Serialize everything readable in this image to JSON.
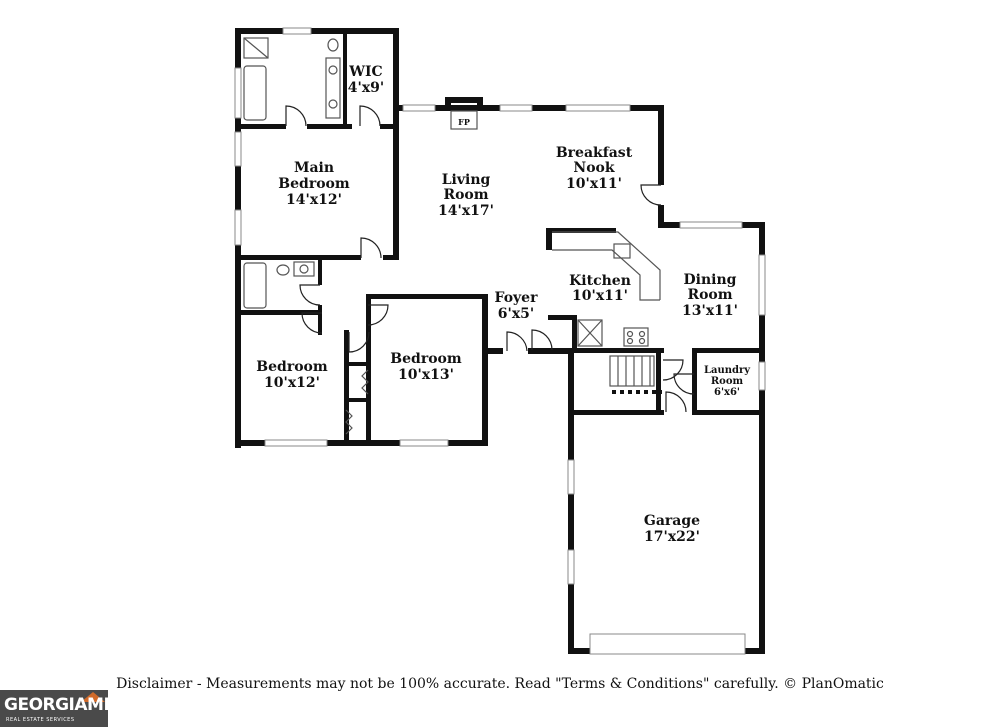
{
  "rooms": {
    "wic": {
      "name": "WIC",
      "dims": "4'x9'"
    },
    "main_bedroom": {
      "name_1": "Main",
      "name_2": "Bedroom",
      "dims": "14'x12'"
    },
    "living_room": {
      "name_1": "Living",
      "name_2": "Room",
      "dims": "14'x17'"
    },
    "fireplace": {
      "name": "FP"
    },
    "breakfast_nook": {
      "name_1": "Breakfast",
      "name_2": "Nook",
      "dims": "10'x11'"
    },
    "kitchen": {
      "name": "Kitchen",
      "dims": "10'x11'"
    },
    "dining_room": {
      "name_1": "Dining",
      "name_2": "Room",
      "dims": "13'x11'"
    },
    "foyer": {
      "name": "Foyer",
      "dims": "6'x5'"
    },
    "bedroom_left": {
      "name": "Bedroom",
      "dims": "10'x12'"
    },
    "bedroom_mid": {
      "name": "Bedroom",
      "dims": "10'x13'"
    },
    "laundry_room": {
      "name_1": "Laundry",
      "name_2": "Room",
      "dims": "6'x6'"
    },
    "garage": {
      "name": "Garage",
      "dims": "17'x22'"
    }
  },
  "disclaimer": "Disclaimer - Measurements may not be 100% accurate. Read \"Terms & Conditions\" carefully. © PlanOmatic",
  "logo": {
    "name": "GEORGIAMLS",
    "subtitle": "REAL ESTATE SERVICES"
  }
}
